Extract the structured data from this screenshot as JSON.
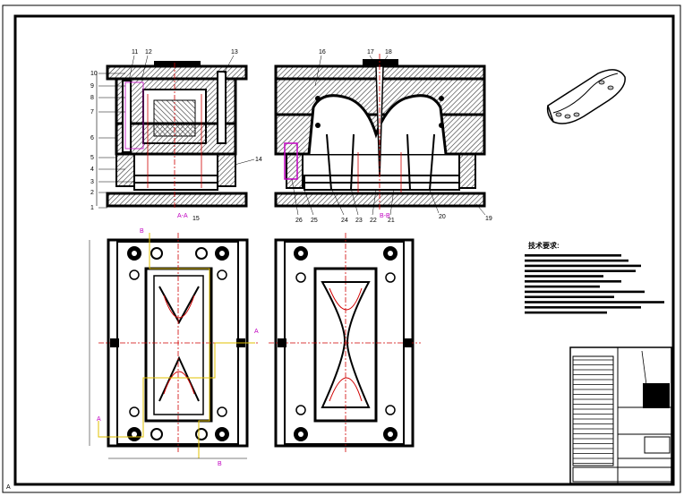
{
  "colors": {
    "ink": "#000000",
    "hatch": "#333333",
    "section": "#c000c0",
    "centerline": "#d00000",
    "yellow_cut": "#e0c000",
    "part_fill": "#c0c0c0"
  },
  "icons": {
    "part_view": "shoe-sole-isometric-icon"
  },
  "front_view": {
    "section_label": "A-A",
    "labels": [
      "10",
      "9",
      "8",
      "7",
      "6",
      "5",
      "4",
      "3",
      "2",
      "1"
    ],
    "top_labels": [
      "11",
      "12",
      "13"
    ],
    "right_label": "14",
    "bottom_label": "15"
  },
  "side_view": {
    "section_label": "B-B",
    "top_labels": [
      "16",
      "17",
      "18"
    ],
    "bottom_labels": [
      "26",
      "25",
      "24",
      "23",
      "22",
      "21",
      "20",
      "19"
    ]
  },
  "plan_view": {
    "cut_a": "A",
    "cut_b": "B"
  },
  "technical_requirements": {
    "title": "技术要求:",
    "line_count": 12
  },
  "title_block": {
    "corner_mark": "A"
  }
}
